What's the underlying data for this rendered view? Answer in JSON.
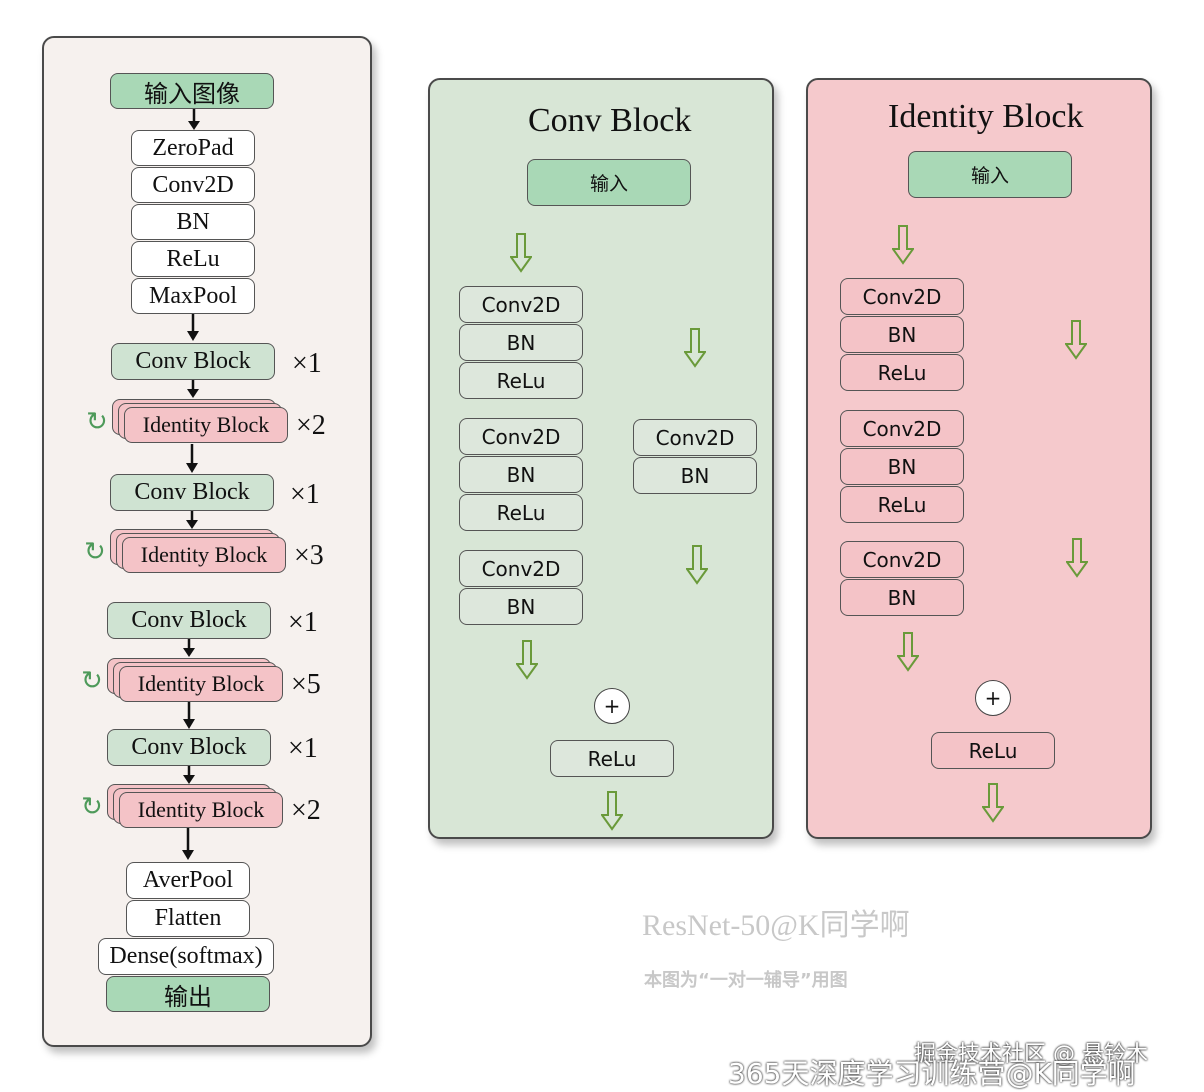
{
  "left": {
    "input": "输入图像",
    "stem": [
      "ZeroPad",
      "Conv2D",
      "BN",
      "ReLu",
      "MaxPool"
    ],
    "stages": [
      {
        "conv": "Conv Block",
        "conv_mult": "×1",
        "id": "Identity Block",
        "id_mult": "×2"
      },
      {
        "conv": "Conv Block",
        "conv_mult": "×1",
        "id": "Identity Block",
        "id_mult": "×3"
      },
      {
        "conv": "Conv Block",
        "conv_mult": "×1",
        "id": "Identity Block",
        "id_mult": "×5"
      },
      {
        "conv": "Conv Block",
        "conv_mult": "×1",
        "id": "Identity Block",
        "id_mult": "×2"
      }
    ],
    "head": [
      "AverPool",
      "Flatten",
      "Dense(softmax)"
    ],
    "output": "输出"
  },
  "conv_block": {
    "title": "Conv Block",
    "input": "输入",
    "main": [
      "Conv2D",
      "BN",
      "ReLu",
      "Conv2D",
      "BN",
      "ReLu",
      "Conv2D",
      "BN"
    ],
    "shortcut": [
      "Conv2D",
      "BN"
    ],
    "plus": "+",
    "relu": "ReLu"
  },
  "identity_block": {
    "title": "Identity Block",
    "input": "输入",
    "main": [
      "Conv2D",
      "BN",
      "ReLu",
      "Conv2D",
      "BN",
      "ReLu",
      "Conv2D",
      "BN"
    ],
    "plus": "+",
    "relu": "ReLu"
  },
  "watermark": {
    "line1": "ResNet-50@K同学啊",
    "line2": "本图为“一对一辅导”用图",
    "credit1": "掘金技术社区 @ 悬铃木",
    "credit2": "365天深度学习训练营@K同学啊"
  },
  "colors": {
    "left_bg": "#f6f1ee",
    "conv_panel": "#d8e6d6",
    "identity_panel": "#f5c9cc",
    "green_box": "#a9d8b6",
    "pink_box": "#f4c3c7",
    "arrow_green": "#6a9a3a"
  }
}
